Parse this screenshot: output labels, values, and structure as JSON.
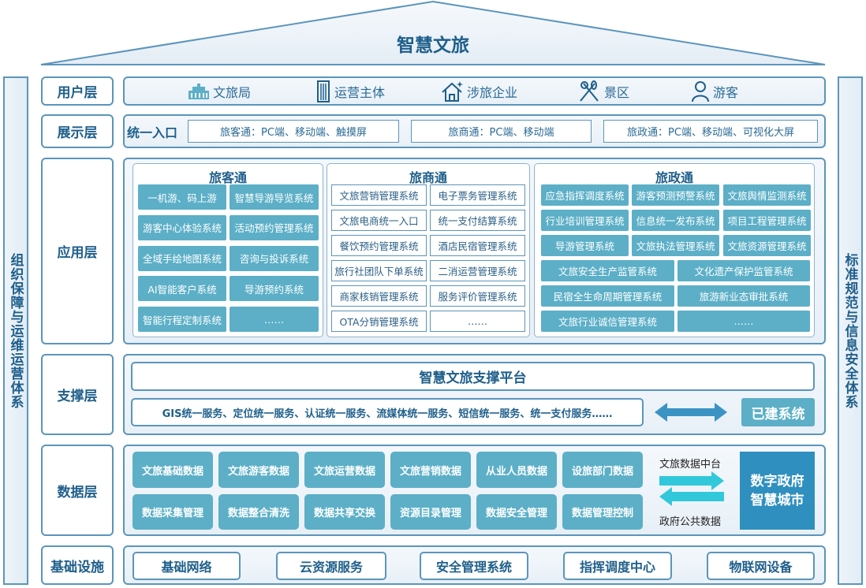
{
  "title": "智慧文旅",
  "pillars": {
    "left": "组织保障与运维运营体系",
    "right": "标准规范与信息安全体系"
  },
  "layers": {
    "user": "用户层",
    "display": "展示层",
    "app": "应用层",
    "support": "支撑层",
    "data": "数据层",
    "infra": "基础设施"
  },
  "users": [
    {
      "label": "文旅局",
      "icon": "government-building-icon"
    },
    {
      "label": "运营主体",
      "icon": "office-tower-icon"
    },
    {
      "label": "涉旅企业",
      "icon": "house-sparkle-icon"
    },
    {
      "label": "景区",
      "icon": "scenic-tools-icon"
    },
    {
      "label": "游客",
      "icon": "person-icon"
    }
  ],
  "display": {
    "entry_label": "统一入口",
    "entries": [
      "旅客通：PC端、移动端、触摸屏",
      "旅商通：PC端、移动端",
      "旅政通：PC端、移动端、可视化大屏"
    ]
  },
  "apps": {
    "tourist": {
      "title": "旅客通",
      "items": [
        "一机游、码上游",
        "智慧导游导览系统",
        "游客中心体验系统",
        "活动预约管理系统",
        "全域手绘地图系统",
        "咨询与投诉系统",
        "AI智能客户系统",
        "导游预约系统",
        "智能行程定制系统",
        "……"
      ]
    },
    "business": {
      "title": "旅商通",
      "items": [
        "文旅营销管理系统",
        "电子票务管理系统",
        "文旅电商统一入口",
        "统一支付结算系统",
        "餐饮预约管理系统",
        "酒店民宿管理系统",
        "旅行社团队下单系统",
        "二消运营管理系统",
        "商家核销管理系统",
        "服务评价管理系统",
        "OTA分销管理系统",
        "……"
      ]
    },
    "gov": {
      "title": "旅政通",
      "items3": [
        "应急指挥调度系统",
        "游客预测预警系统",
        "文旅舆情监测系统",
        "行业培训管理系统",
        "信息统一发布系统",
        "项目工程管理系统",
        "导游管理系统",
        "文旅执法管理系统",
        "文旅资源管理系统"
      ],
      "items2": [
        "文旅安全生产监管系统",
        "文化遗产保护监管系统",
        "民宿全生命周期管理系统",
        "旅游新业态审批系统",
        "文旅行业诚信管理系统",
        "……"
      ]
    }
  },
  "support": {
    "platform": "智慧文旅支撑平台",
    "services": "GIS统一服务、定位统一服务、认证统一服务、流媒体统一服务、短信统一服务、统一支付服务……",
    "built": "已建系统"
  },
  "data": {
    "row1": [
      "文旅基础数据",
      "文旅游客数据",
      "文旅运营数据",
      "文旅营销数据",
      "从业人员数据",
      "设旅部门数据"
    ],
    "row2": [
      "数据采集管理",
      "数据整合清洗",
      "数据共享交换",
      "资源目录管理",
      "数据安全管理",
      "数据管理控制"
    ],
    "to_label": "文旅数据中台",
    "from_label": "政府公共数据",
    "gov_line1": "数字政府",
    "gov_line2": "智慧城市"
  },
  "infra": [
    "基础网络",
    "云资源服务",
    "安全管理系统",
    "指挥调度中心",
    "物联网设备"
  ]
}
